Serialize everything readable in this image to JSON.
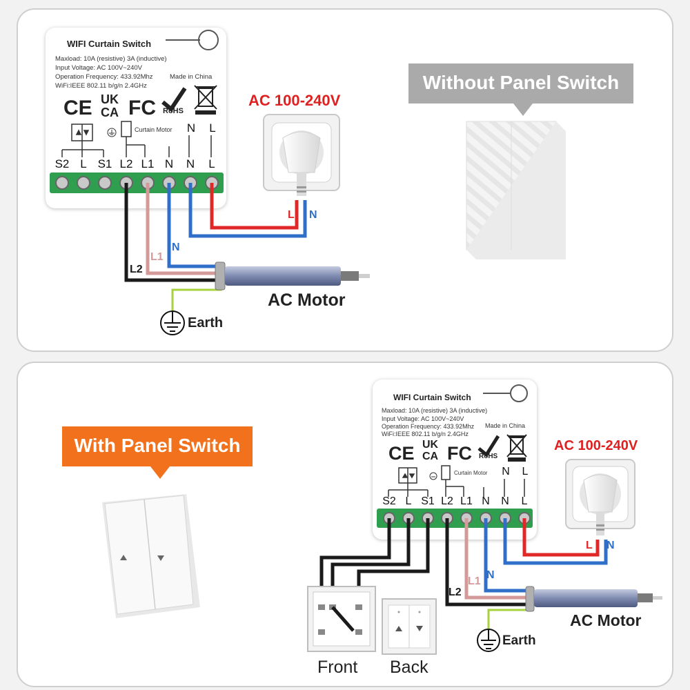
{
  "top_panel": {
    "module": {
      "title": "WIFI Curtain Switch",
      "spec_lines": [
        "Maxload: 10A (resistive) 3A (inductive)",
        "Input Voltage: AC 100V~240V",
        "Operation Frequency: 433.92Mhz",
        "WiFi:IEEE 802.11 b/g/n 2.4GHz"
      ],
      "made_in": "Made in China",
      "certs": [
        "CE",
        "UK",
        "CA",
        "FC",
        "RoHS"
      ],
      "curtain_motor": "Curtain Motor",
      "terminals": [
        "S2",
        "L",
        "S1",
        "L2",
        "L1",
        "N",
        "N",
        "L"
      ],
      "top_NL": [
        "N",
        "L"
      ]
    },
    "ac_label": "AC 100-240V",
    "wire_L": "L",
    "wire_N": "N",
    "wire_L1": "L1",
    "wire_L2": "L2",
    "wire_N_motor": "N",
    "motor_label": "AC Motor",
    "earth_label": "Earth",
    "callout": "Without Panel Switch"
  },
  "bottom_panel": {
    "module": {
      "title": "WIFI Curtain Switch",
      "spec_lines": [
        "Maxload: 10A (resistive) 3A (inductive)",
        "Input Voltage: AC 100V~240V",
        "Operation Frequency: 433.92Mhz",
        "WiFi:IEEE 802.11 b/g/n 2.4GHz"
      ],
      "made_in": "Made in China",
      "certs": [
        "CE",
        "UK",
        "CA",
        "FC",
        "RoHS"
      ],
      "curtain_motor": "Curtain Motor",
      "terminals": [
        "S2",
        "L",
        "S1",
        "L2",
        "L1",
        "N",
        "N",
        "L"
      ],
      "top_NL": [
        "N",
        "L"
      ]
    },
    "ac_label": "AC 100-240V",
    "wire_L": "L",
    "wire_N": "N",
    "wire_L1": "L1",
    "wire_L2": "L2",
    "wire_N_motor": "N",
    "motor_label": "AC Motor",
    "earth_label": "Earth",
    "callout": "With Panel Switch",
    "front_label": "Front",
    "back_label": "Back"
  },
  "colors": {
    "red_wire": "#e02828",
    "blue_wire": "#2f6fc8",
    "pink_wire": "#d49a9a",
    "black_wire": "#1a1a1a",
    "earth_wire": "#a6d23c",
    "terminal_green": "#2f9e4f",
    "gray_callout": "#aaaaaa",
    "orange_callout": "#f2711c",
    "ac_red": "#e02020"
  }
}
